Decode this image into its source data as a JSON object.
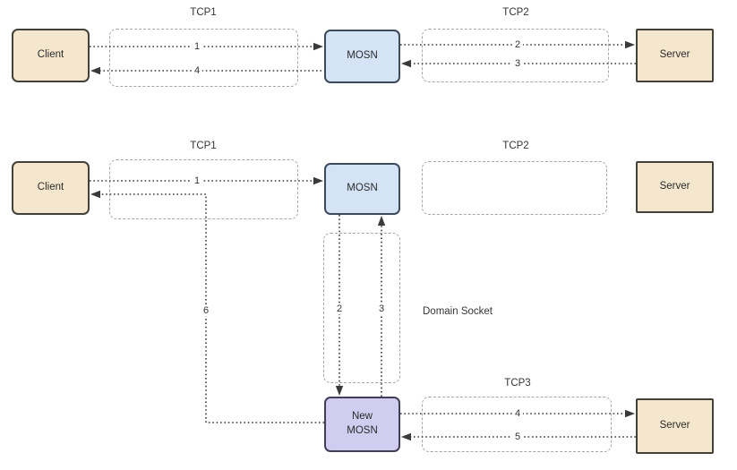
{
  "top": {
    "tcp1": "TCP1",
    "tcp2": "TCP2",
    "client": "Client",
    "mosn": "MOSN",
    "server": "Server",
    "flows": {
      "f1": "1",
      "f2": "2",
      "f3": "3",
      "f4": "4"
    }
  },
  "bottom": {
    "tcp1": "TCP1",
    "tcp2": "TCP2",
    "tcp3": "TCP3",
    "domain_socket": "Domain Socket",
    "client": "Client",
    "mosn": "MOSN",
    "new_mosn_l1": "New",
    "new_mosn_l2": "MOSN",
    "server_mid": "Server",
    "server_bottom": "Server",
    "flows": {
      "f1": "1",
      "f2": "2",
      "f3": "3",
      "f4": "4",
      "f5": "5",
      "f6": "6"
    }
  },
  "colors": {
    "node_beige": "#f5e6ce",
    "node_blue": "#d4e4f6",
    "node_purple": "#d0cdf0",
    "node_border": "#3f3f3f",
    "dashed_border": "#a6a6a6",
    "wire": "#3a3a3a"
  }
}
